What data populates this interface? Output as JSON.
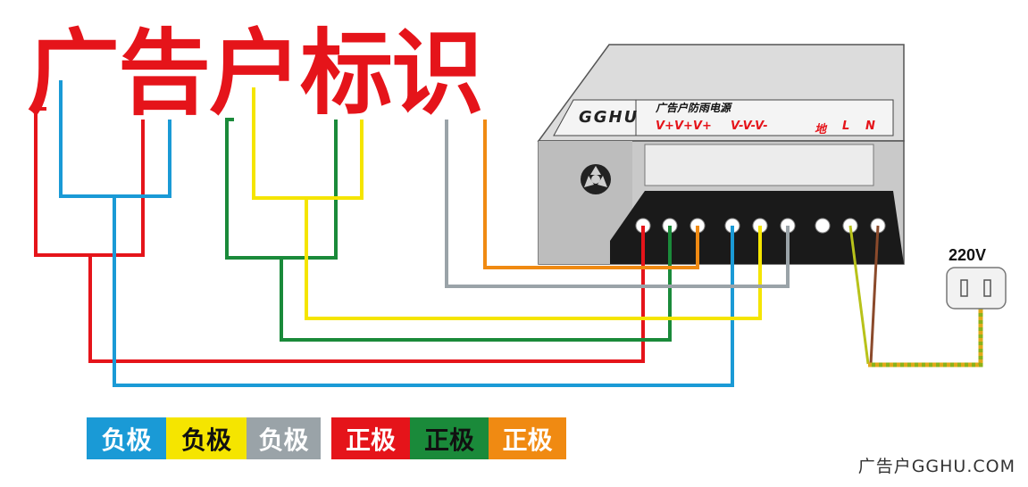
{
  "title": "广告户标识",
  "psu": {
    "brand": "GGHU",
    "name": "广告户防雨电源",
    "terminals": {
      "vplus": "V+V+V+",
      "vminus": "V-V-V-",
      "ground": "地",
      "live": "L",
      "neutral": "N"
    }
  },
  "outlet": {
    "voltage": "220V"
  },
  "legend": [
    {
      "label": "负极",
      "color": "#1a9ad6",
      "text_color": "#ffffff"
    },
    {
      "label": "负极",
      "color": "#f5e500",
      "text_color": "#111111"
    },
    {
      "label": "负极",
      "color": "#9aa3a8",
      "text_color": "#ffffff"
    },
    {
      "label": "正极",
      "color": "#e5141a",
      "text_color": "#ffffff"
    },
    {
      "label": "正极",
      "color": "#1a8a3a",
      "text_color": "#111111"
    },
    {
      "label": "正极",
      "color": "#f08a12",
      "text_color": "#ffffff"
    }
  ],
  "footer": "广告户GGHU.COM",
  "colors": {
    "red": "#e5141a",
    "blue": "#1a9ad6",
    "green": "#1a8a3a",
    "yellow": "#f5e500",
    "gray": "#9aa3a8",
    "orange": "#f08a12",
    "brown": "#8b4a2b",
    "earth": "#b8c21a"
  }
}
